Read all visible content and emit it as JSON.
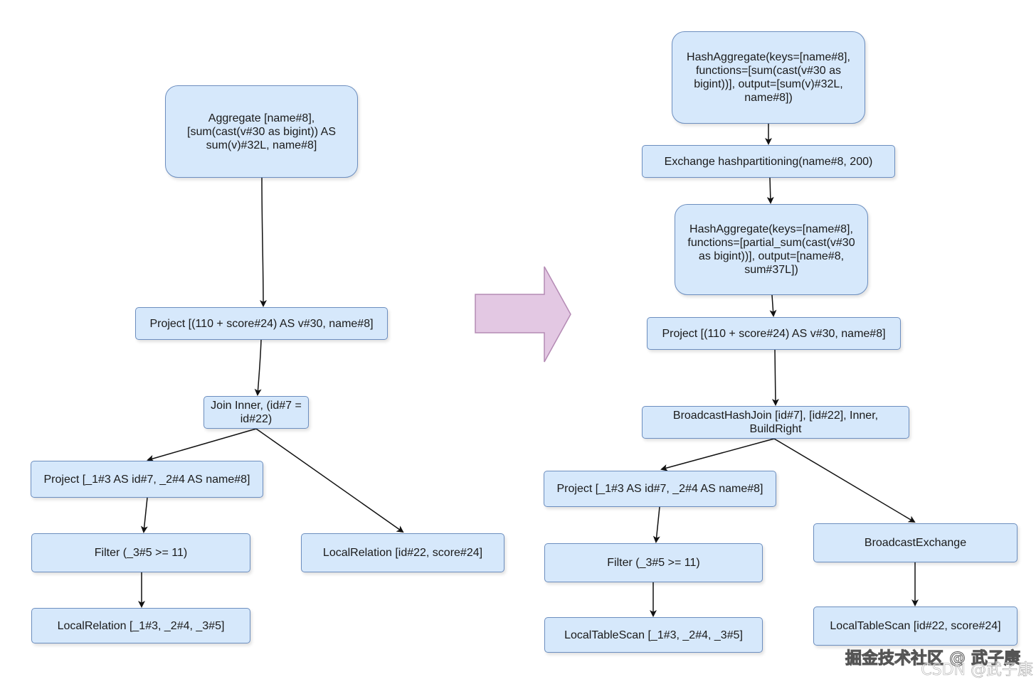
{
  "logical": {
    "aggregate": "Aggregate [name#8],\n[sum(cast(v#30 as bigint)) AS\nsum(v)#32L, name#8]",
    "project_main": "Project [(110 + score#24) AS v#30, name#8]",
    "join": "Join Inner, (id#7 =\nid#22)",
    "project_left": "Project [_1#3 AS id#7, _2#4 AS name#8]",
    "filter": "Filter (_3#5 >= 11)",
    "local_relation_right": "LocalRelation [id#22, score#24]",
    "local_relation_left": "LocalRelation [_1#3, _2#4, _3#5]"
  },
  "physical": {
    "hash_aggregate_final": "HashAggregate(keys=[name#8],\nfunctions=[sum(cast(v#30 as\nbigint))], output=[sum(v)#32L,\nname#8])",
    "exchange": "Exchange hashpartitioning(name#8, 200)",
    "hash_aggregate_partial": "HashAggregate(keys=[name#8],\nfunctions=[partial_sum(cast(v#30\nas bigint))], output=[name#8,\nsum#37L])",
    "project_main": "Project [(110 + score#24) AS v#30, name#8]",
    "broadcast_hash_join": "BroadcastHashJoin [id#7], [id#22], Inner,\nBuildRight",
    "project_left": "Project [_1#3 AS id#7, _2#4 AS name#8]",
    "broadcast_exchange": "BroadcastExchange",
    "filter": "Filter (_3#5 >= 11)",
    "local_table_scan_left": "LocalTableScan [_1#3, _2#4, _3#5]",
    "local_table_scan_right": "LocalTableScan [id#22, score#24]"
  },
  "watermark": {
    "juejin": "掘金技术社区 @ 武子康",
    "csdn": "CSDN @武子康"
  },
  "colors": {
    "node_fill": "#d6e8fb",
    "node_stroke": "#6c8ebf",
    "arrow_fill": "#e3c8e3",
    "arrow_stroke": "#b48ab4",
    "edge": "#111111"
  }
}
